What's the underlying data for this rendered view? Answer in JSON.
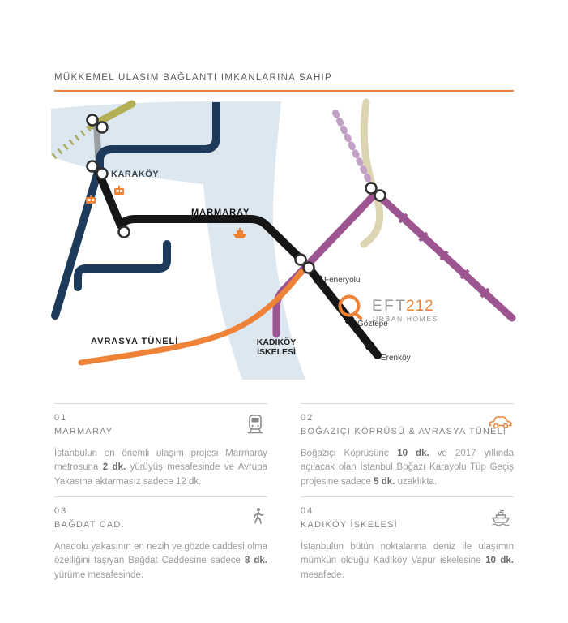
{
  "header": {
    "title": "MÜKKEMEL ULASIM BAĞLANTI IMKANLARINA SAHIP",
    "accent_color": "#ee8035"
  },
  "map": {
    "stations": {
      "karakoy": "KARAKÖY",
      "marmaray": "MARMARAY",
      "feneryolu": "Feneryolu",
      "goztepe": "Göztepe",
      "erenkoy": "Erenköy",
      "kadikoy1": "KADIKÖY",
      "kadikoy2": "İSKELESİ",
      "avrasya": "AVRASYA TÜNELİ"
    },
    "logo": {
      "gray": "EFT",
      "orange": "212",
      "subtitle": "URBAN HOMES"
    },
    "colors": {
      "water": "#dce7f0",
      "navy": "#1d3a5a",
      "black": "#161616",
      "purple": "#9c5591",
      "purple_dashed": "#c3a0c6",
      "beige": "#ddd5b2",
      "olive": "#b2af55",
      "olive_dashed": "#a9ad62",
      "gray_line": "#9aa0a2",
      "orange": "#ee8338"
    }
  },
  "sections": [
    {
      "number": "01",
      "title": "MARMARAY",
      "icon": "metro-icon",
      "body": [
        {
          "t": "İstanbulun en önemli ulaşım projesi Marmaray metrosuna "
        },
        {
          "t": "2 dk.",
          "b": true
        },
        {
          "t": " yürüyüş mesafesinde ve Avrupa Yakasına aktarmasız sadece 12 dk."
        }
      ]
    },
    {
      "number": "02",
      "title": "BOĞAZIÇI KÖPRÜSÜ & AVRASYA TÜNELİ",
      "icon": "car-icon",
      "body": [
        {
          "t": "Boğaziçi Köprüsüne "
        },
        {
          "t": "10 dk.",
          "b": true
        },
        {
          "t": " ve 2017 yıllında açılacak olan İstanbul Boğazı Karayolu Tüp Geçiş projesine sadece "
        },
        {
          "t": "5 dk.",
          "b": true
        },
        {
          "t": " uzaklıkta."
        }
      ]
    },
    {
      "number": "03",
      "title": "BAĞDAT CAD.",
      "icon": "walk-icon",
      "body": [
        {
          "t": "Anadolu yakasının en nezih ve gözde caddesi olma özelliğini taşıyan Bağdat Caddesine sadece "
        },
        {
          "t": "8 dk.",
          "b": true
        },
        {
          "t": " yürüme mesafesinde."
        }
      ]
    },
    {
      "number": "04",
      "title": "KADIKÖY İSKELESİ",
      "icon": "ship-icon",
      "body": [
        {
          "t": "İstanbulun bütün noktalarına deniz ile ulaşımın mümkün olduğu Kadıköy Vapur iskelesine "
        },
        {
          "t": "10 dk.",
          "b": true
        },
        {
          "t": " mesafede."
        }
      ]
    }
  ]
}
